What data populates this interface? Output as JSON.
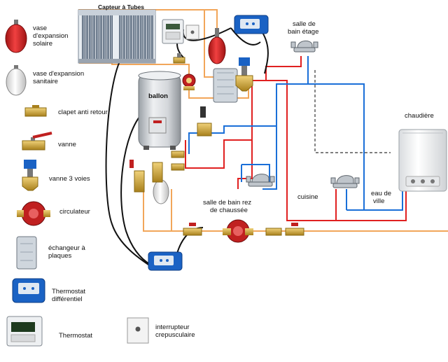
{
  "diagram": {
    "labels": {
      "panel": "Capteur à Tubes",
      "ballon": "ballon",
      "bathroom_upstairs": [
        "salle de",
        "bain étage"
      ],
      "bathroom_ground": [
        "salle de bain rez",
        "de chaussée"
      ],
      "kitchen": "cuisine",
      "city_water": [
        "eau de",
        "ville"
      ],
      "boiler": "chaudière"
    },
    "legend": [
      {
        "icon": "red-expansion-vessel-icon",
        "lines": [
          "vase",
          "d'expansion",
          "solaire"
        ]
      },
      {
        "icon": "white-expansion-vessel-icon",
        "lines": [
          "vase d'expansion",
          "sanitaire"
        ]
      },
      {
        "icon": "check-valve-icon",
        "lines": [
          "clapet anti retour"
        ]
      },
      {
        "icon": "ball-valve-icon",
        "lines": [
          "vanne"
        ]
      },
      {
        "icon": "three-way-valve-icon",
        "lines": [
          "vanne 3 voies"
        ]
      },
      {
        "icon": "circulator-pump-icon",
        "lines": [
          "circulateur"
        ]
      },
      {
        "icon": "plate-exchanger-icon",
        "lines": [
          "échangeur à",
          "plaques"
        ]
      },
      {
        "icon": "differential-thermostat-icon",
        "lines": [
          "Thermostat",
          "différentiel"
        ]
      },
      {
        "icon": "thermostat-icon",
        "lines": [
          "Thermostat"
        ]
      },
      {
        "icon": "twilight-switch-icon",
        "lines": [
          "interrupteur",
          "crepusculaire"
        ]
      }
    ],
    "colors": {
      "hot_pipe": "#e02020",
      "cold_pipe": "#1a6fd8",
      "solar_pipe": "#f2a65a",
      "cable": "#111111",
      "valve_brass": "#c8a040",
      "pump_red": "#c02020"
    }
  }
}
